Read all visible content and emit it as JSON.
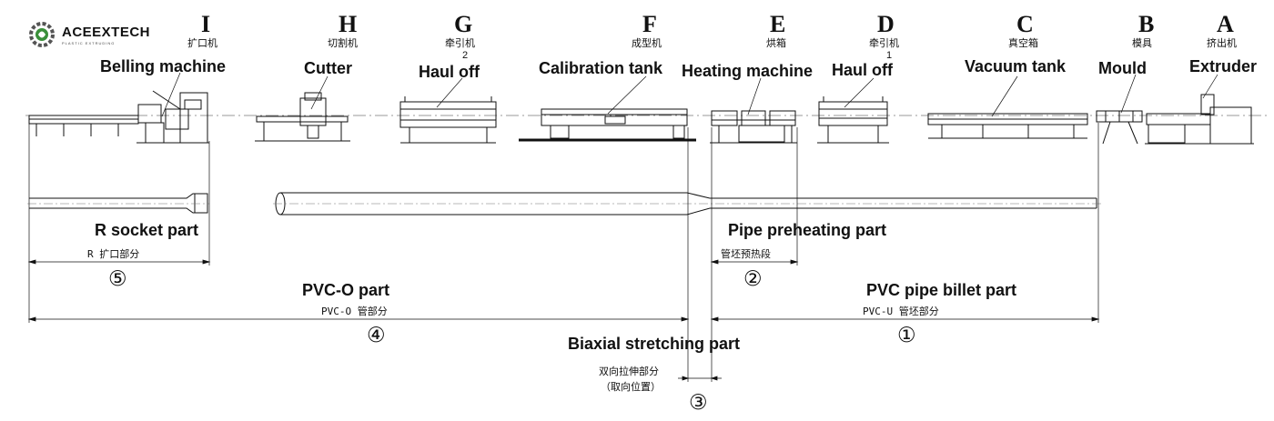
{
  "logo": {
    "brand": "ACEEXTECH",
    "tagline": "PLASTIC EXTRUDING",
    "mark": "gear-leaf-icon"
  },
  "machines": [
    {
      "letter": "I",
      "cn": "扩口机",
      "en": "Belling machine",
      "num": ""
    },
    {
      "letter": "H",
      "cn": "切割机",
      "en": "Cutter",
      "num": ""
    },
    {
      "letter": "G",
      "cn": "牵引机",
      "en": "Haul off",
      "num": "2"
    },
    {
      "letter": "F",
      "cn": "成型机",
      "en": "Calibration tank",
      "num": ""
    },
    {
      "letter": "E",
      "cn": "烘箱",
      "en": "Heating machine",
      "num": ""
    },
    {
      "letter": "D",
      "cn": "牵引机",
      "en": "Haul off",
      "num": "1"
    },
    {
      "letter": "C",
      "cn": "真空箱",
      "en": "Vacuum tank",
      "num": ""
    },
    {
      "letter": "B",
      "cn": "模具",
      "en": "Mould",
      "num": ""
    },
    {
      "letter": "A",
      "cn": "挤出机",
      "en": "Extruder",
      "num": ""
    }
  ],
  "parts": {
    "socket": {
      "en": "R socket part",
      "cn": "R 扩口部分",
      "num": "⑤"
    },
    "preheat": {
      "en": "Pipe preheating part",
      "cn": "管坯预热段",
      "num": "②"
    },
    "pvco": {
      "en": "PVC-O part",
      "cn": "PVC-O 管部分",
      "num": "④"
    },
    "billet": {
      "en": "PVC pipe billet part",
      "cn": "PVC-U 管坯部分",
      "num": "①"
    },
    "biaxial": {
      "en": "Biaxial stretching part",
      "cn": "双向拉伸部分",
      "cn2": "（取向位置）",
      "num": "③"
    }
  },
  "colors": {
    "line": "#111111",
    "logo_green": "#3a8f3a",
    "logo_gray": "#555555"
  }
}
